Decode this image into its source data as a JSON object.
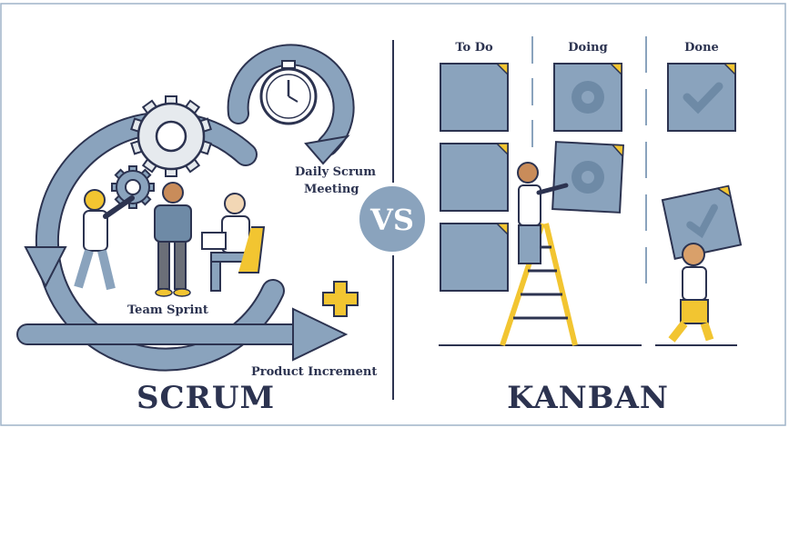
{
  "scrum": {
    "title": "SCRUM",
    "daily_meeting_line1": "Daily Scrum",
    "daily_meeting_line2": "Meeting",
    "team_sprint": "Team Sprint",
    "product_increment": "Product Increment"
  },
  "vs": "VS",
  "kanban": {
    "title": "KANBAN",
    "columns": [
      "To Do",
      "Doing",
      "Done"
    ]
  },
  "colors": {
    "frame": "#9fb4c8",
    "blue": "#8aa3bd",
    "blue_dark": "#6e8aa6",
    "outline": "#2c3350",
    "yellow": "#f2c531",
    "gear": "#e6eaee"
  }
}
